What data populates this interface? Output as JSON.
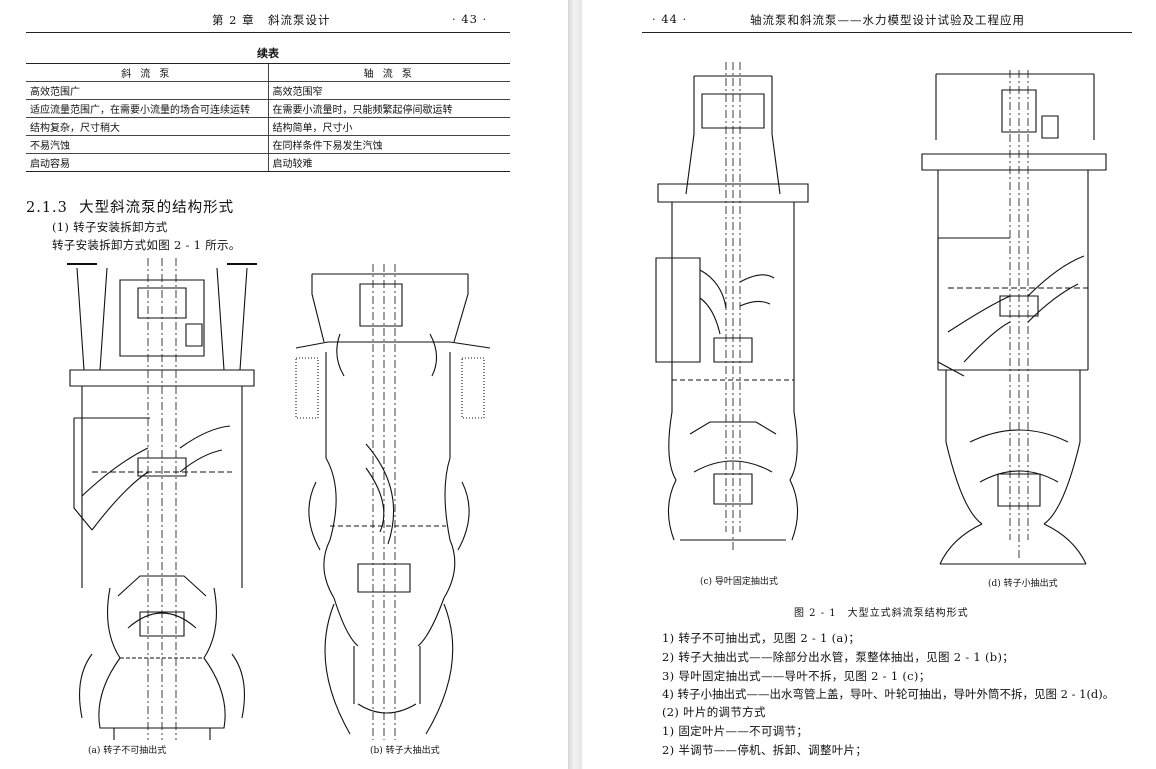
{
  "left_page": {
    "header": {
      "chapter": "第 2 章",
      "title": "斜流泵设计",
      "page_number": "· 43 ·"
    },
    "table": {
      "title": "续表",
      "columns": [
        "斜 流 泵",
        "轴 流 泵"
      ],
      "rows": [
        [
          "高效范围广",
          "高效范围窄"
        ],
        [
          "适应流量范围广，在需要小流量的场合可连续运转",
          "在需要小流量时，只能频繁起停间歇运转"
        ],
        [
          "结构复杂，尺寸稍大",
          "结构简单，尺寸小"
        ],
        [
          "不易汽蚀",
          "在同样条件下易发生汽蚀"
        ],
        [
          "启动容易",
          "启动较难"
        ]
      ]
    },
    "section": {
      "number": "2.1.3",
      "title": "大型斜流泵的结构形式",
      "subheading": "(1) 转子安装拆卸方式",
      "paragraph": "转子安装拆卸方式如图 2 - 1 所示。"
    },
    "figures": {
      "a_caption": "(a) 转子不可抽出式",
      "b_caption": "(b) 转子大抽出式"
    }
  },
  "right_page": {
    "header": {
      "page_number": "· 44 ·",
      "title": "轴流泵和斜流泵——水力模型设计试验及工程应用"
    },
    "figures": {
      "c_caption": "(c) 导叶固定抽出式",
      "d_caption": "(d) 转子小抽出式",
      "figure_title": "图 2 - 1　大型立式斜流泵结构形式"
    },
    "lines": [
      "1) 转子不可抽出式，见图 2 - 1 (a)；",
      "2) 转子大抽出式——除部分出水管，泵整体抽出，见图 2 - 1 (b)；",
      "3) 导叶固定抽出式——导叶不拆，见图 2 - 1 (c)；",
      "4) 转子小抽出式——出水弯管上盖，导叶、叶轮可抽出，导叶外筒不拆，见图 2 - 1(d)。",
      "(2) 叶片的调节方式",
      "1) 固定叶片——不可调节；",
      "2) 半调节——停机、拆卸、调整叶片；"
    ]
  }
}
